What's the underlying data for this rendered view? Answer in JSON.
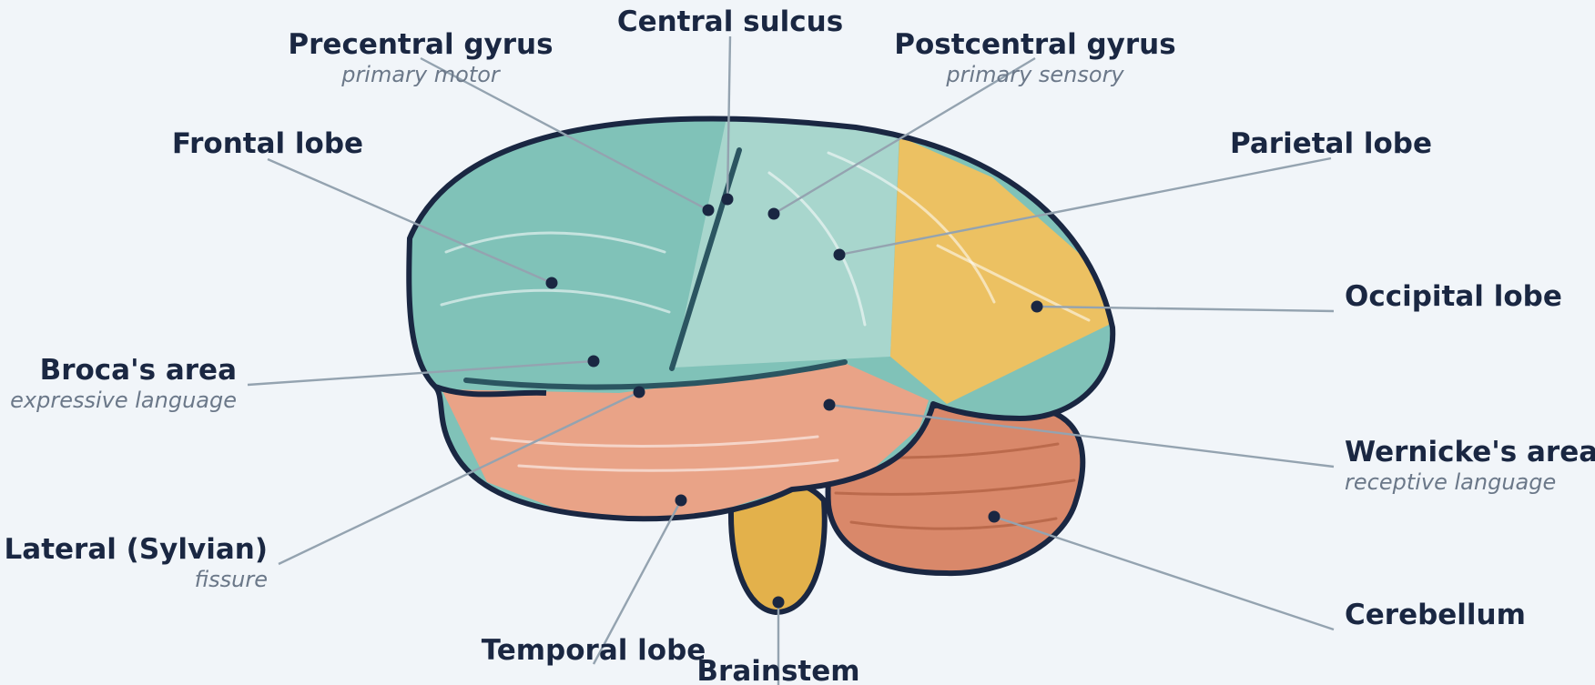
{
  "colors": {
    "background": "#f1f5f9",
    "frontal": "#80c2b8",
    "parietal": "#a8d6cd",
    "occipital": "#ecc162",
    "temporal": "#e9a387",
    "cerebellum": "#d9886a",
    "brainstem": "#e3b14b",
    "outline": "#1a2742",
    "sulcus": "#2b5561"
  },
  "labels": [
    {
      "id": "central-sulcus",
      "title": "Central sulcus",
      "subtitle": ""
    },
    {
      "id": "precentral-gyrus",
      "title": "Precentral gyrus",
      "subtitle": "primary motor"
    },
    {
      "id": "postcentral-gyrus",
      "title": "Postcentral gyrus",
      "subtitle": "primary sensory"
    },
    {
      "id": "frontal-lobe",
      "title": "Frontal lobe",
      "subtitle": ""
    },
    {
      "id": "parietal-lobe",
      "title": "Parietal lobe",
      "subtitle": ""
    },
    {
      "id": "occipital-lobe",
      "title": "Occipital lobe",
      "subtitle": ""
    },
    {
      "id": "brocas-area",
      "title": "Broca's area",
      "subtitle": "expressive language"
    },
    {
      "id": "wernickes-area",
      "title": "Wernicke's area",
      "subtitle": "receptive language"
    },
    {
      "id": "lateral-fissure",
      "title": "Lateral (Sylvian)",
      "subtitle": "fissure"
    },
    {
      "id": "cerebellum",
      "title": "Cerebellum",
      "subtitle": ""
    },
    {
      "id": "temporal-lobe",
      "title": "Temporal lobe",
      "subtitle": ""
    },
    {
      "id": "brainstem",
      "title": "Brainstem",
      "subtitle": ""
    }
  ]
}
